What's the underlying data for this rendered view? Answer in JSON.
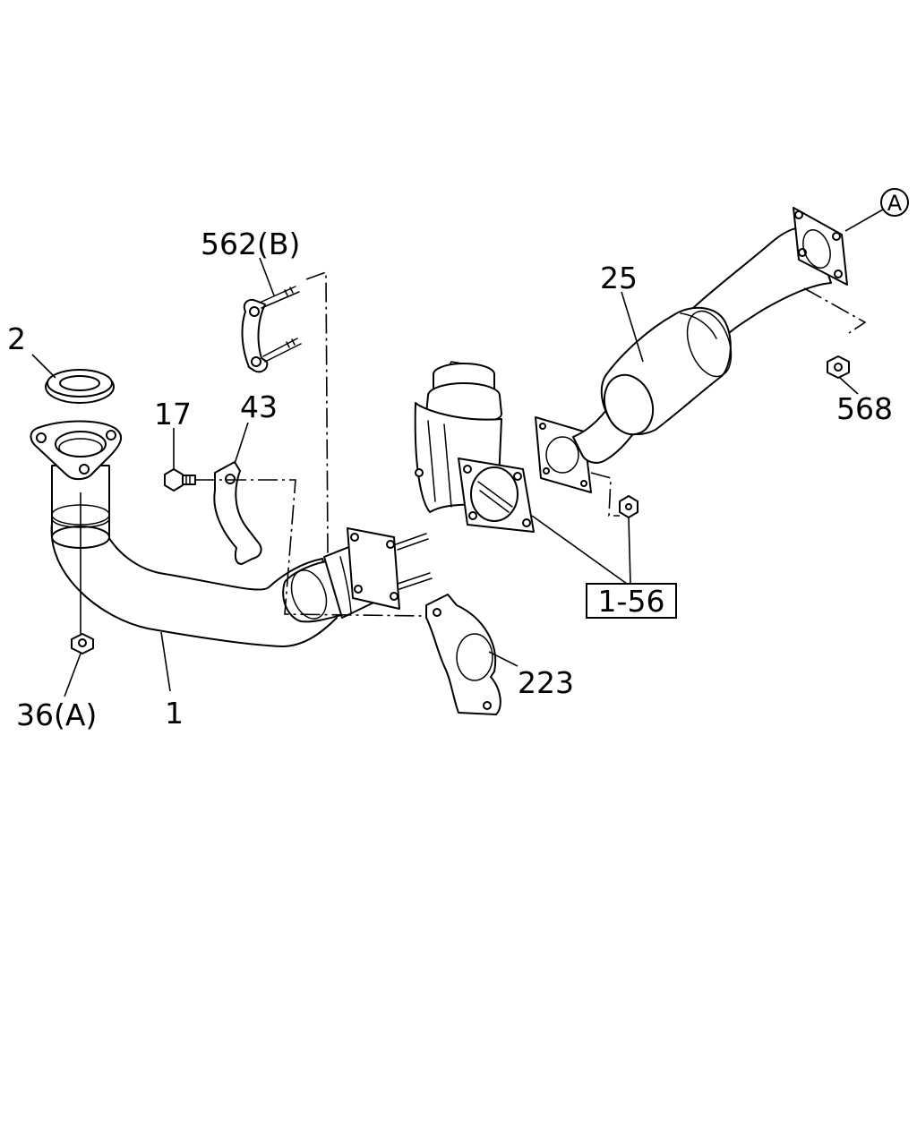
{
  "diagram": {
    "callouts": {
      "p1": "1",
      "p2": "2",
      "p17": "17",
      "p25": "25",
      "p36a": "36(A)",
      "p43": "43",
      "p223": "223",
      "p562b": "562(B)",
      "p568": "568",
      "p1_56": "1-56",
      "refA": "A"
    }
  }
}
